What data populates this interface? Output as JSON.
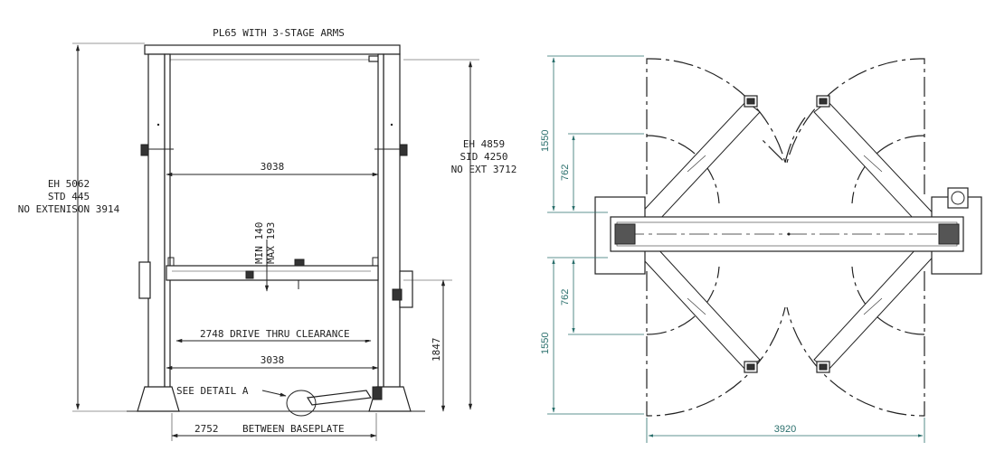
{
  "front_view": {
    "title": "PL65 WITH 3-STAGE ARMS",
    "left_dims": [
      "EH 5062",
      "STD 445",
      "NO EXTENISON 3914"
    ],
    "right_dims": [
      "EH 4859",
      "SID 4250",
      "NO EXT 3712"
    ],
    "width_top": "3038",
    "min_height": "MIN 140",
    "max_height": "MAX 193",
    "drive_thru": "2748 DRIVE THRU CLEARANCE",
    "width_bottom": "3038",
    "height_1847": "1847",
    "see_detail": "SEE DETAIL A",
    "baseplate_num": "2752",
    "baseplate_label": "BETWEEN BASEPLATE"
  },
  "top_view": {
    "dim_1550_top": "1550",
    "dim_762_top": "762",
    "dim_762_bottom": "762",
    "dim_1550_bottom": "1550",
    "dim_3920": "3920",
    "accent_color": "#2a6f6c"
  }
}
